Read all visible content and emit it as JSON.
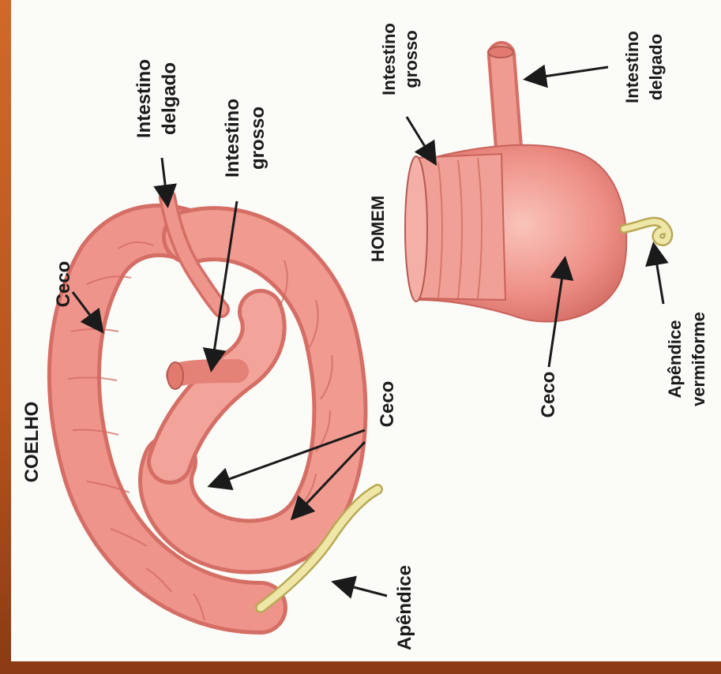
{
  "labels": {
    "coelho": "COELHO",
    "homem": "HOMEM",
    "rabbit_ceco_top": "Ceco",
    "rabbit_ceco_right": "Ceco",
    "rabbit_apendice": "Apêndice",
    "rabbit_intestino_delgado_1": "Intestino",
    "rabbit_intestino_delgado_2": "delgado",
    "rabbit_intestino_grosso_1": "Intestino",
    "rabbit_intestino_grosso_2": "grosso",
    "human_intestino_grosso_1": "Intestino",
    "human_intestino_grosso_2": "grosso",
    "human_intestino_delgado_1": "Intestino",
    "human_intestino_delgado_2": "delgado",
    "human_ceco": "Ceco",
    "human_apendice_1": "Apêndice",
    "human_apendice_2": "vermiforme"
  },
  "colors": {
    "intestine": "#ee8f86",
    "intestine_light": "#f7b9ae",
    "intestine_dark": "#c9625a",
    "appendix": "#efe7a8",
    "appendix_stroke": "#b9a955",
    "frame": "#c8601e",
    "background": "#fbfbf8"
  }
}
